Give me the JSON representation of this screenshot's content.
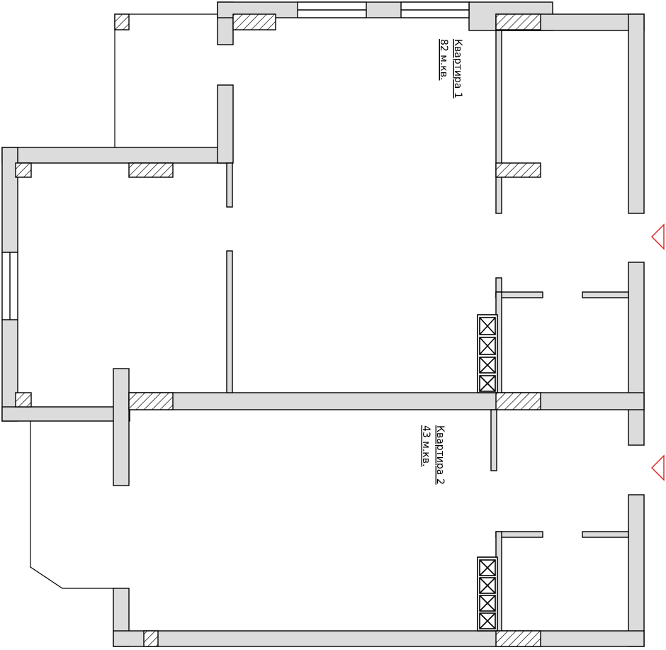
{
  "apartments": [
    {
      "name": "Квартира 1",
      "area": "82 м.кв."
    },
    {
      "name": "Квартира 2",
      "area": "43 м.кв."
    }
  ],
  "colors": {
    "wall_fill": "#dcdcdc",
    "line": "#000000",
    "entrance_marker": "#e02020"
  },
  "icons": {
    "entrance_marker": "triangle-outline",
    "column": "hatched-rectangle",
    "ventilation_shaft": "crossed-box-stack"
  }
}
